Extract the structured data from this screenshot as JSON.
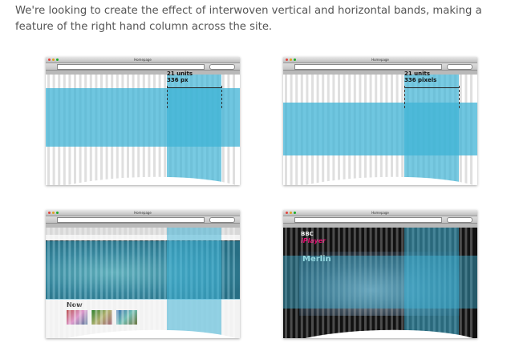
{
  "intro": {
    "text": "We're looking to create the effect of interwoven vertical and horizontal bands, making a feature of the right hand column across the site."
  },
  "panels": [
    {
      "id": "a",
      "window_title": "Homepage",
      "measurement": {
        "units": "21 units",
        "size": "336 px"
      }
    },
    {
      "id": "b",
      "window_title": "Homepage",
      "measurement": {
        "units": "21 units",
        "size": "336 pixels"
      }
    },
    {
      "id": "c",
      "window_title": "Homepage",
      "section_label": "Now"
    },
    {
      "id": "d",
      "window_title": "Homepage",
      "brand": "BBC",
      "product": "iPlayer",
      "programme": "Merlin"
    }
  ],
  "colors": {
    "band_cyan": "#3fb3d6",
    "band_cyan_dark": "#1f9cc3",
    "stripe": "#d9d9d9",
    "window_close": "#e0443e",
    "window_min": "#dea123",
    "window_max": "#1aab29"
  }
}
